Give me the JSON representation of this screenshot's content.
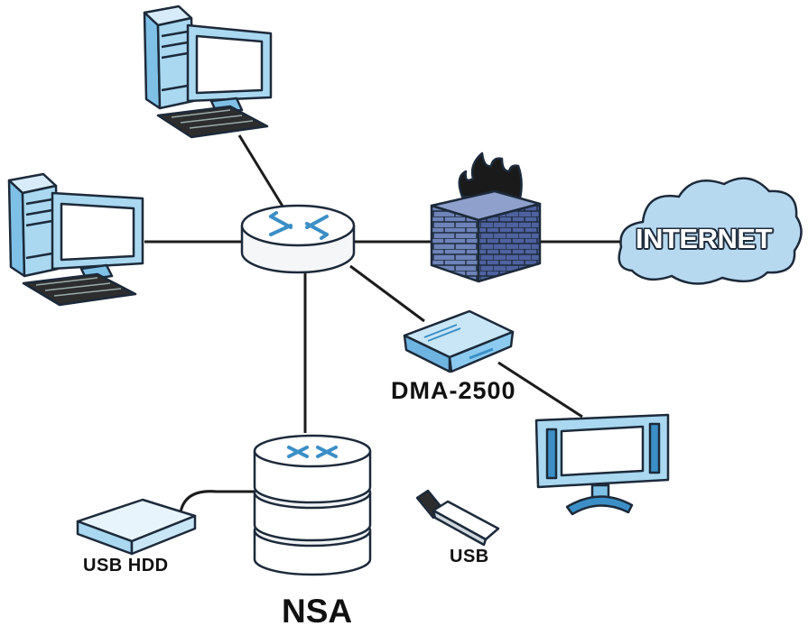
{
  "labels": {
    "internet": "INTERNET",
    "dma": "DMA-2500",
    "usb_hdd": "USB HDD",
    "usb": "USB",
    "nsa": "NSA"
  },
  "colors": {
    "device_blue": "#a9d8f0",
    "device_blue_dark": "#3b8fc6",
    "firewall_blue": "#6e83b8",
    "cloud_blue": "#b7d9f0",
    "outline": "#1c2a3a"
  }
}
